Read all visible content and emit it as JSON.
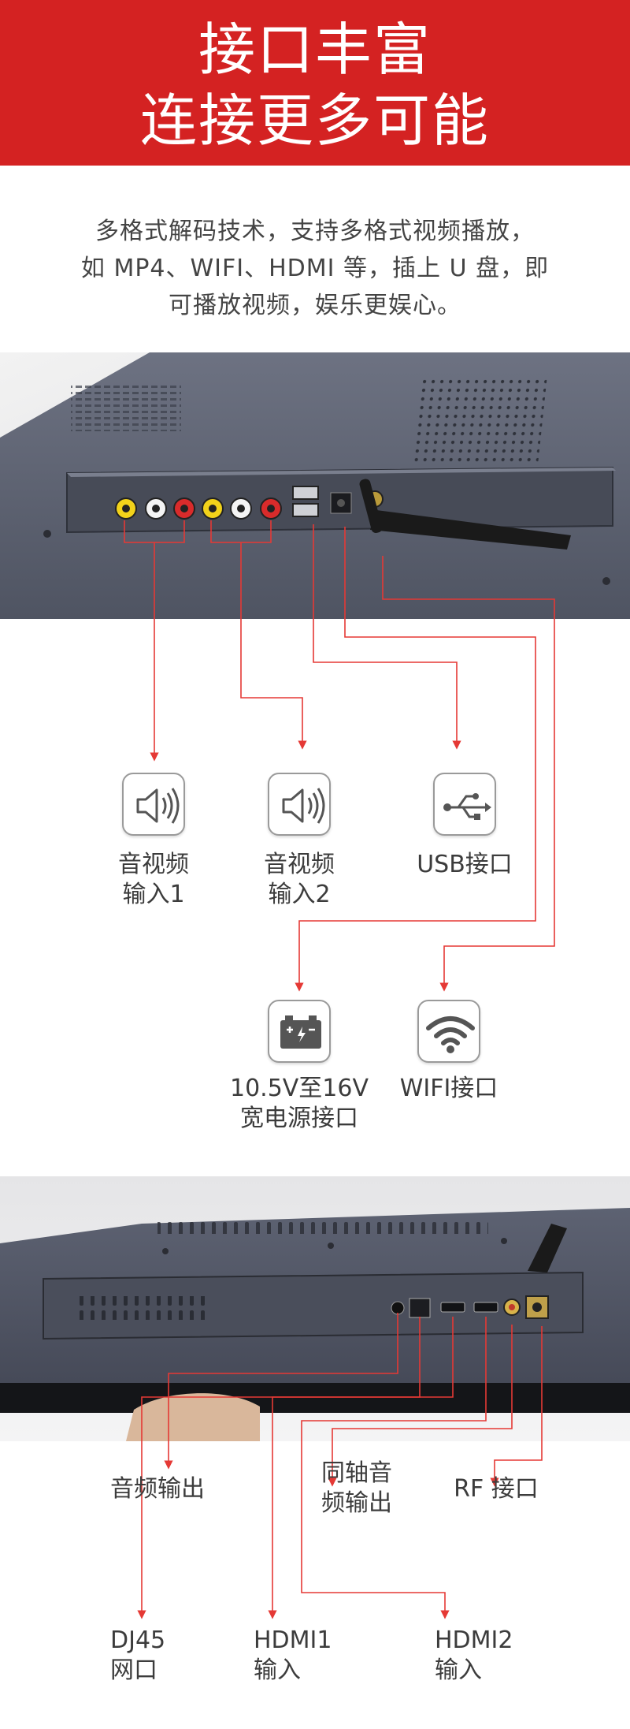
{
  "banner": {
    "line1": "接口丰富",
    "line2": "连接更多可能"
  },
  "intro": {
    "line1": "多格式解码技术，支持多格式视频播放，",
    "line2": "如 MP4、WIFI、HDMI 等，插上 U 盘，即",
    "line3": "可播放视频，娱乐更娱心。"
  },
  "ports_top": [
    {
      "icon": "speaker-icon",
      "line1": "音视频",
      "line2": "输入1"
    },
    {
      "icon": "speaker-icon",
      "line1": "音视频",
      "line2": "输入2"
    },
    {
      "icon": "usb-icon",
      "line1": "USB接口",
      "line2": ""
    },
    {
      "icon": "battery-icon",
      "line1": "10.5V至16V",
      "line2": "宽电源接口"
    },
    {
      "icon": "wifi-icon",
      "line1": "WIFI接口",
      "line2": ""
    }
  ],
  "ports_bottom": [
    {
      "line1": "音频输出",
      "line2": ""
    },
    {
      "line1": "同轴音",
      "line2": "频输出"
    },
    {
      "line1": "RF 接口",
      "line2": ""
    },
    {
      "line1": "DJ45",
      "line2": "网口"
    },
    {
      "line1": "HDMI1",
      "line2": "输入"
    },
    {
      "line1": "HDMI2",
      "line2": "输入"
    }
  ],
  "colors": {
    "accent": "#d42222",
    "connector": "#e53935",
    "panel": "#5b6070",
    "icon_border": "#9a9a9a"
  }
}
